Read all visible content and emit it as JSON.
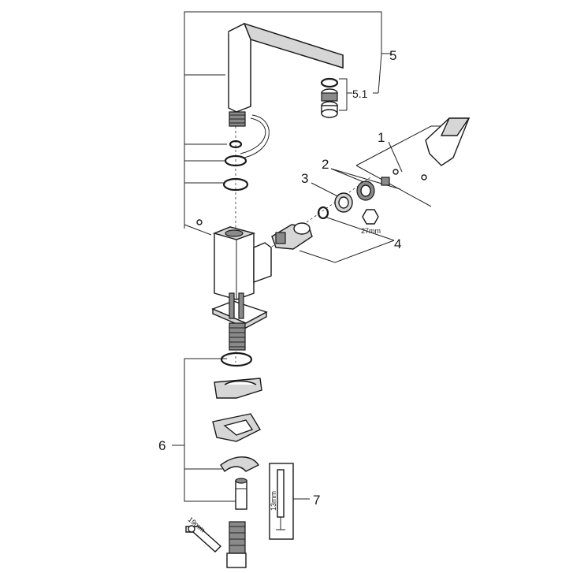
{
  "diagram": {
    "callouts": [
      {
        "id": "1",
        "label": "1"
      },
      {
        "id": "2",
        "label": "2"
      },
      {
        "id": "3",
        "label": "3"
      },
      {
        "id": "4",
        "label": "4"
      },
      {
        "id": "5",
        "label": "5"
      },
      {
        "id": "5_1",
        "label": "5.1"
      },
      {
        "id": "6",
        "label": "6"
      },
      {
        "id": "7",
        "label": "7"
      }
    ],
    "annotations": {
      "wrench_27": "27mm",
      "wrench_19": "19mm",
      "key_13": "13mm"
    }
  }
}
